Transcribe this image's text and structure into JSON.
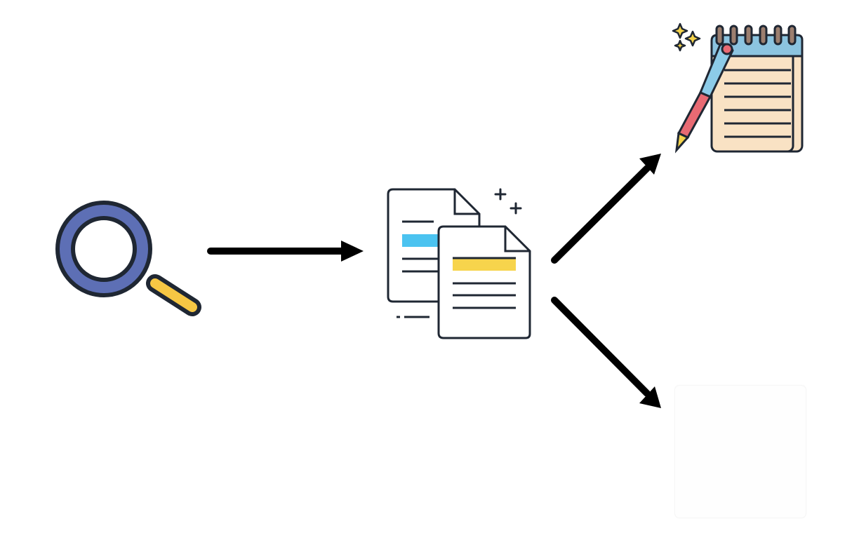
{
  "diagram": {
    "nodes": [
      {
        "id": "search",
        "icon": "magnifying-glass-icon"
      },
      {
        "id": "documents",
        "icon": "documents-icon"
      },
      {
        "id": "notes",
        "icon": "notepad-with-pencil-icon"
      },
      {
        "id": "blank",
        "icon": "blank-panel"
      }
    ],
    "edges": [
      {
        "from": "search",
        "to": "documents"
      },
      {
        "from": "documents",
        "to": "notes"
      },
      {
        "from": "documents",
        "to": "blank"
      }
    ]
  },
  "colors": {
    "outline": "#1f2733",
    "lens_ring": "#5d6fb5",
    "handle": "#f6c744",
    "doc_highlight_blue": "#4bc3f0",
    "doc_highlight_yellow": "#f7d44c",
    "notepad_paper": "#f9e2c4",
    "notepad_header": "#8cc4e0",
    "pencil_body": "#8ccbe8",
    "pencil_tip": "#e86a73",
    "sparkle": "#f4d34b",
    "arrow": "#000000"
  }
}
